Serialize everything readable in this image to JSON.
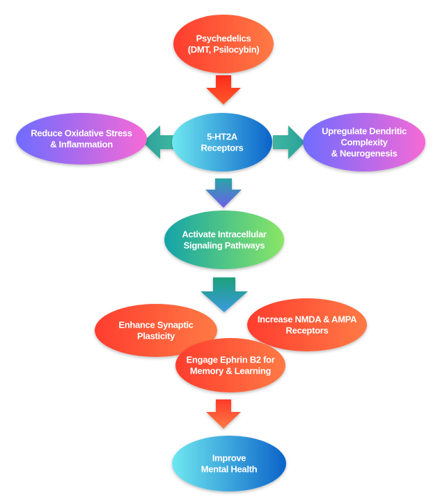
{
  "nodes": {
    "psychedelics": {
      "lines": [
        "Psychedelics",
        "(DMT, Psilocybin)"
      ]
    },
    "receptors": {
      "lines": [
        "5-HT2A",
        "Receptors"
      ]
    },
    "oxidative": {
      "lines": [
        "Reduce Oxidative Stress",
        "& Inflammation"
      ]
    },
    "dendritic": {
      "lines": [
        "Upregulate Dendritic",
        "Complexity",
        "& Neurogenesis"
      ]
    },
    "signaling": {
      "lines": [
        "Activate Intracellular",
        "Signaling Pathways"
      ]
    },
    "synaptic": {
      "lines": [
        "Enhance Synaptic",
        "Plasticity"
      ]
    },
    "nmda": {
      "lines": [
        "Increase NMDA & AMPA",
        "Receptors"
      ]
    },
    "ephrin": {
      "lines": [
        "Engage Ephrin B2 for",
        "Memory & Learning"
      ]
    },
    "mental": {
      "lines": [
        "Improve",
        "Mental Health"
      ]
    }
  },
  "colors": {
    "red_orange": [
      "#ff3d2e",
      "#ff7a45"
    ],
    "violet_pink": [
      "#6f6cff",
      "#f66ad6"
    ],
    "cyan_blue": [
      "#6fe8f0",
      "#0b63c9"
    ],
    "teal_green": [
      "#14a3a8",
      "#8ae665"
    ],
    "arrow_red": [
      "#ff2a1a",
      "#ff6a3a"
    ],
    "arrow_teal": [
      "#3fb7a1",
      "#2a8f8a"
    ],
    "arrow_purple": [
      "#2aa5a8",
      "#6b5fe8"
    ],
    "arrow_green": [
      "#1ea07a",
      "#4a8ff0"
    ]
  }
}
